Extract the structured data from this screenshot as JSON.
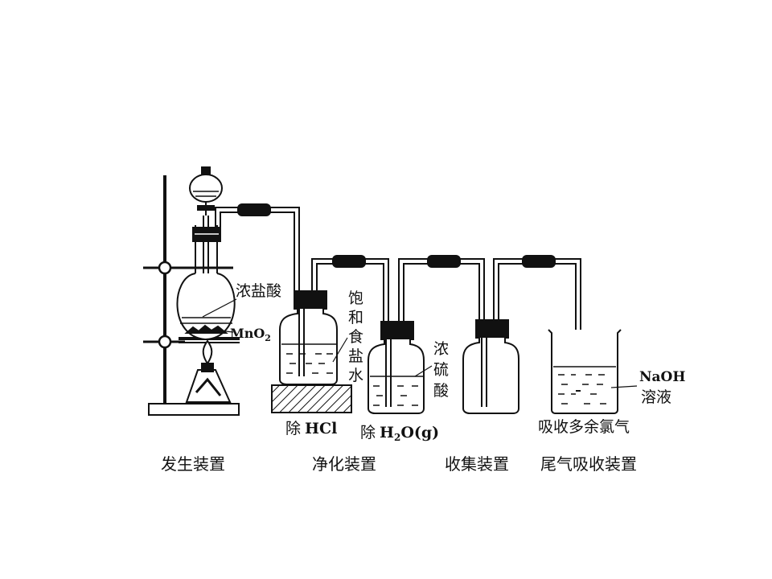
{
  "diagram": {
    "apparatus_labels": {
      "reagent_acid": "浓盐酸",
      "reagent_solid": "MnO",
      "reagent_solid_sub": "2",
      "wash_liquid_1": [
        "饱",
        "和",
        "食",
        "盐",
        "水"
      ],
      "remove_hcl_prefix": "除",
      "remove_hcl_target": "HCl",
      "wash_liquid_2": [
        "浓",
        "硫",
        "酸"
      ],
      "remove_water_prefix": "除",
      "remove_water_h": "H",
      "remove_water_sub": "2",
      "remove_water_rest": "O(g)",
      "naoh_formula": "NaOH",
      "naoh_solution": "溶液",
      "tail_absorb": "吸收多余氯气"
    },
    "stage_labels": {
      "generator": "发生装置",
      "purifier": "净化装置",
      "collector": "收集装置",
      "tail_gas": "尾气吸收装置"
    }
  }
}
